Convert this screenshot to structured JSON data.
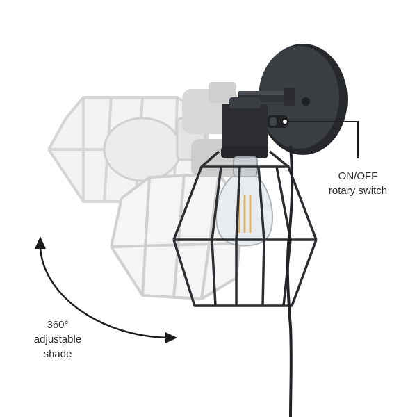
{
  "callouts": {
    "switch": {
      "line1": "ON/OFF",
      "line2": "rotary switch"
    },
    "shade": {
      "line1": "360°",
      "line2": "adjustable",
      "line3": "shade"
    }
  },
  "colors": {
    "fixture": "#2b2d30",
    "fixture_highlight": "#4a4d52",
    "ghost": "#d6d6d6",
    "ghost_dark": "#c4c4c4",
    "bulb_glass": "#e7ecef",
    "filament": "#d9b46a",
    "text": "#2a2a2a",
    "background": "#ffffff"
  },
  "icons": {
    "rotation_arrow": "curved-double-arrow-icon",
    "callout_line": "leader-line"
  }
}
